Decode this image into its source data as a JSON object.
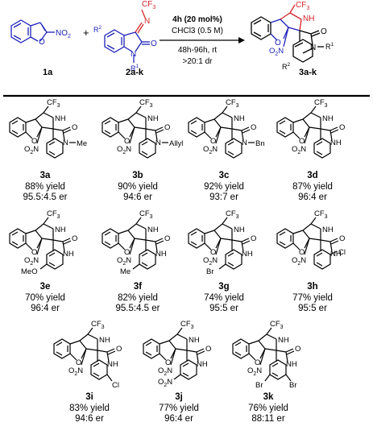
{
  "reaction": {
    "reactant_a": {
      "label": "1a",
      "substituent": "NO2",
      "color": "#1d22b8"
    },
    "plus": "+",
    "reactant_b": {
      "label": "2a-k",
      "cf3": "CF3",
      "r1": "R1",
      "r2": "R2",
      "color": "#1d22b8",
      "accent": "#d3242a"
    },
    "conditions": {
      "catalyst": "4h (20 mol%)",
      "solvent": "CHCl3 (0.5 M)",
      "time": "48h-96h, rt",
      "dr": ">20:1 dr"
    },
    "product": {
      "label": "3a-k",
      "cf3": "CF3",
      "r1": "R1",
      "r2": "R2",
      "no2": "O2N"
    }
  },
  "products": [
    {
      "id": "3a",
      "yield": "88% yield",
      "er": "95.5:4.5 er",
      "n_sub": "Me",
      "ar_sub": ""
    },
    {
      "id": "3b",
      "yield": "90% yield",
      "er": "94:6 er",
      "n_sub": "Allyl",
      "ar_sub": ""
    },
    {
      "id": "3c",
      "yield": "92% yield",
      "er": "93:7 er",
      "n_sub": "Bn",
      "ar_sub": ""
    },
    {
      "id": "3d",
      "yield": "87% yield",
      "er": "96:4 er",
      "n_sub": "",
      "ar_sub": ""
    },
    {
      "id": "3e",
      "yield": "70% yield",
      "er": "96:4 er",
      "n_sub": "",
      "ar_sub": "MeO"
    },
    {
      "id": "3f",
      "yield": "82% yield",
      "er": "95.5:4.5 er",
      "n_sub": "",
      "ar_sub": "Me"
    },
    {
      "id": "3g",
      "yield": "74% yield",
      "er": "95:5 er",
      "n_sub": "",
      "ar_sub": "Br"
    },
    {
      "id": "3h",
      "yield": "77% yield",
      "er": "95:5 er",
      "n_sub": "",
      "ar_sub": "Cl"
    },
    {
      "id": "3i",
      "yield": "83% yield",
      "er": "94:6 er",
      "n_sub": "",
      "ar_sub": "Cl"
    },
    {
      "id": "3j",
      "yield": "77% yield",
      "er": "96:4 er",
      "n_sub": "",
      "ar_sub": "O2N"
    },
    {
      "id": "3k",
      "yield": "76% yield",
      "er": "88:11 er",
      "n_sub": "",
      "ar_sub": "Br"
    }
  ],
  "atoms": {
    "cf3": "CF3",
    "nh": "NH",
    "n": "N",
    "o": "O",
    "no2": "O2N"
  },
  "colors": {
    "blue": "#1d22b8",
    "red": "#d3242a",
    "black": "#000000"
  }
}
